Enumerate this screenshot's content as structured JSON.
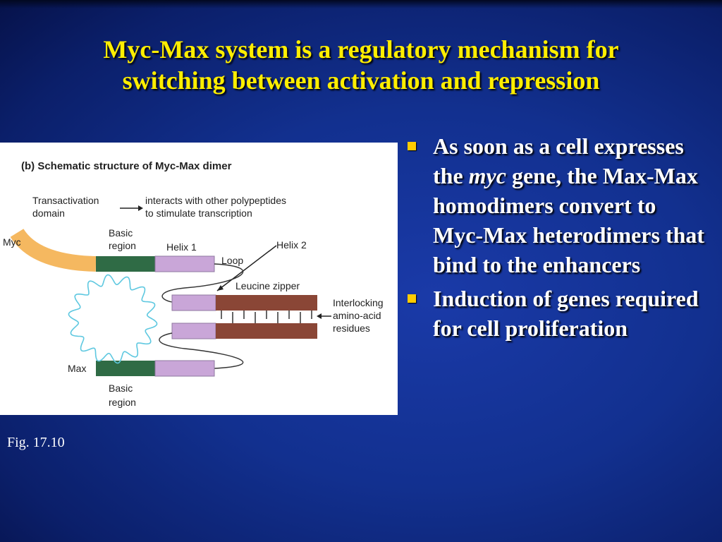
{
  "slide": {
    "title_line1": "Myc-Max system is a regulatory mechanism for",
    "title_line2": "switching between activation and repression",
    "fig_caption": "Fig. 17.10",
    "colors": {
      "title": "#ffee00",
      "bullet_text": "#ffffff",
      "bullet_marker": "#ffcc00",
      "background": "#12308f"
    }
  },
  "bullets": [
    {
      "parts": [
        "As soon as a cell expresses the ",
        "myc",
        " gene, the Max-Max homodimers convert to Myc-Max heterodimers that bind to the enhancers"
      ]
    },
    {
      "text": "Induction of genes required for cell proliferation"
    }
  ],
  "figure": {
    "heading": "(b)  Schematic structure of Myc-Max dimer",
    "transactivation_line1": "Transactivation",
    "transactivation_line2": "domain",
    "interacts_line1": "interacts with other polypeptides",
    "interacts_line2": "to stimulate transcription",
    "myc_label": "Myc",
    "basic_region_top_1": "Basic",
    "basic_region_top_2": "region",
    "helix1": "Helix 1",
    "helix2": "Helix 2",
    "loop": "Loop",
    "leucine_zipper": "Leucine zipper",
    "interlocking_1": "Interlocking",
    "interlocking_2": "amino-acid",
    "interlocking_3": "residues",
    "max_label": "Max",
    "basic_region_bottom_1": "Basic",
    "basic_region_bottom_2": "region",
    "colors": {
      "transactivation": "#f5b860",
      "basic_region": "#2f6b45",
      "helix": "#c9a6d8",
      "zipper": "#8a4636",
      "dna": "#5ec8e0"
    }
  }
}
